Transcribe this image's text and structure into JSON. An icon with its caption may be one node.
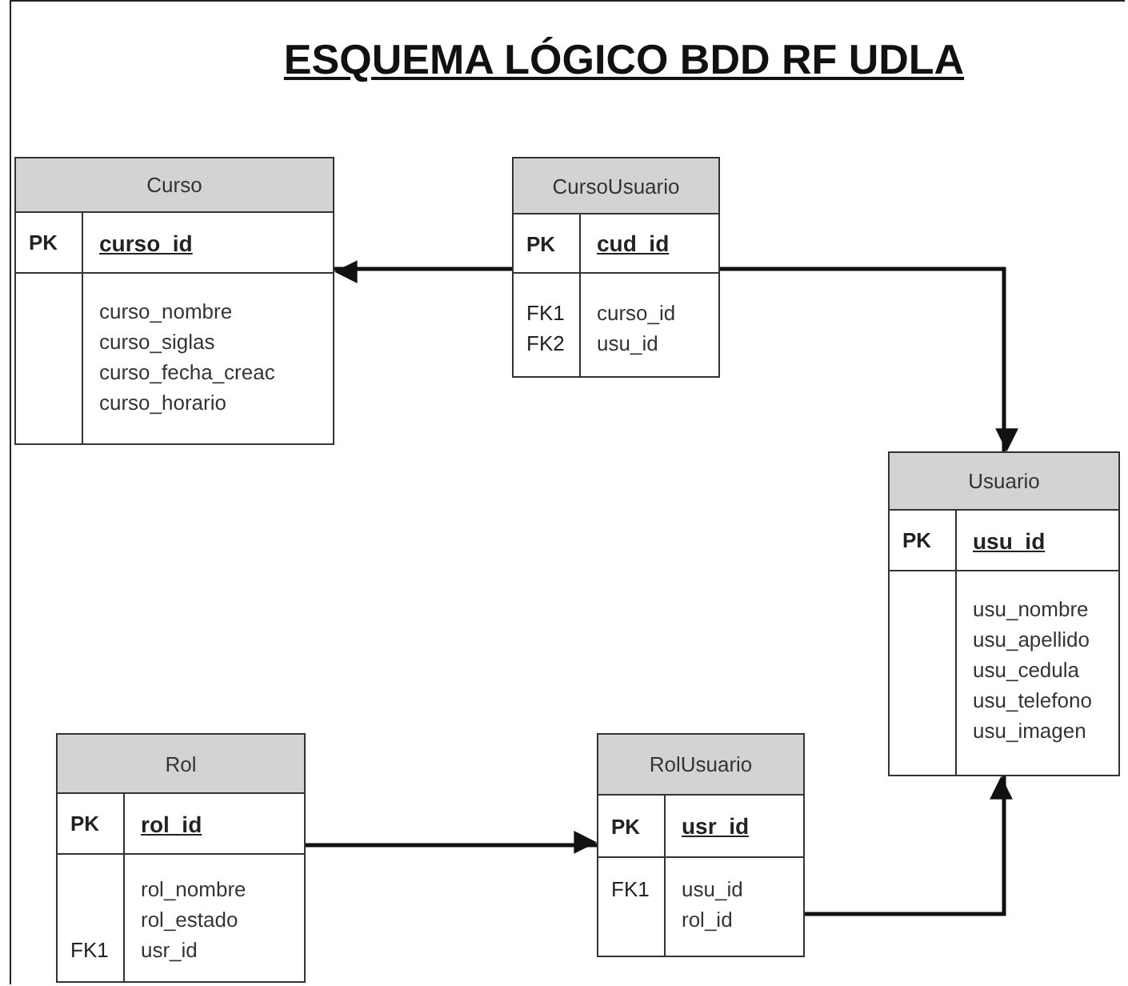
{
  "diagram": {
    "title": "ESQUEMA LÓGICO BDD RF UDLA",
    "nodes": [
      {
        "text": [
          "Curso"
        ]
      },
      {
        "text": [
          "PK",
          "curso_id"
        ],
        "in": 0
      },
      {
        "text": [
          "curso_nombre",
          "curso_siglas",
          "curso_fecha_creac",
          "curso_horario"
        ],
        "in": 0
      },
      {
        "text": [
          "CursoUsuario"
        ]
      },
      {
        "text": [
          "PK",
          "cud_id"
        ],
        "in": 3
      },
      {
        "text": [
          "FK1",
          "FK2",
          "curso_id",
          "usu_id"
        ],
        "in": 3
      },
      {
        "text": [
          "Usuario"
        ]
      },
      {
        "text": [
          "PK",
          "usu_id"
        ],
        "in": 6
      },
      {
        "text": [
          "usu_nombre",
          "usu_apellido",
          "usu_cedula",
          "usu_telefono",
          "usu_imagen"
        ],
        "in": 6
      },
      {
        "text": [
          "Rol"
        ]
      },
      {
        "text": [
          "PK",
          "rol_id"
        ],
        "in": 9
      },
      {
        "text": [
          "FK1",
          "rol_nombre",
          "rol_estado",
          "usr_id"
        ],
        "in": 9
      },
      {
        "text": [
          "RolUsuario"
        ]
      },
      {
        "text": [
          "PK",
          "usr_id"
        ],
        "in": 12
      },
      {
        "text": [
          "FK1",
          "usu_id",
          "rol_id"
        ],
        "in": 12
      }
    ],
    "edges": [
      {
        "from": 3,
        "to": 0,
        "arrow": "to"
      },
      {
        "from": 3,
        "to": 6,
        "arrow": "to"
      },
      {
        "from": 9,
        "to": 12,
        "arrow": "to"
      },
      {
        "from": 12,
        "to": 6,
        "arrow": "to"
      }
    ]
  }
}
